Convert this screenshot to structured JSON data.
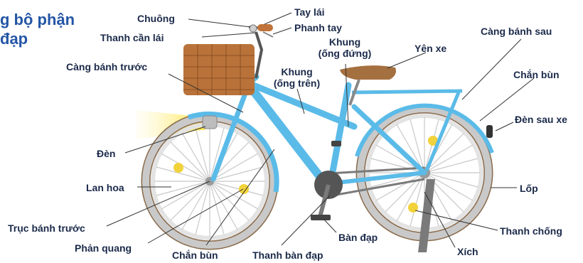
{
  "title": {
    "line1": "g bộ phận",
    "line2": "đạp"
  },
  "labels": {
    "chuong": "Chuông",
    "tay_lai": "Tay lái",
    "phanh_tay": "Phanh tay",
    "thanh_can_lai": "Thanh cần lái",
    "khung_dung_1": "Khung",
    "khung_dung_2": "(ống đứng)",
    "yen_xe": "Yên xe",
    "cang_banh_sau": "Càng bánh sau",
    "cang_banh_truoc": "Càng bánh trước",
    "khung_tren_1": "Khung",
    "khung_tren_2": "(ống trên)",
    "chan_bun_sau": "Chắn bùn",
    "den_sau_xe": "Đèn sau xe",
    "den": "Đèn",
    "lan_hoa": "Lan hoa",
    "lop": "Lốp",
    "truc_banh_truoc": "Trục bánh trước",
    "ban_dap": "Bàn đạp",
    "thanh_chong": "Thanh chống",
    "phan_quang": "Phản quang",
    "chan_bun_truoc": "Chắn bùn",
    "thanh_ban_dap": "Thanh bàn đạp",
    "xich": "Xích"
  },
  "colors": {
    "frame": "#5bbbe8",
    "tire": "#c9c9c9",
    "tire_edge": "#8a6a4a",
    "basket": "#b9733a",
    "seat": "#a5703f",
    "reflector": "#f2d23a",
    "label": "#1b2a4a",
    "title": "#2456a6"
  }
}
